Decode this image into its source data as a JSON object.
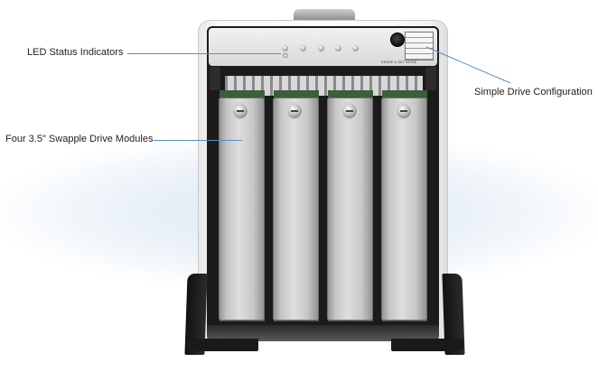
{
  "callouts": {
    "led": "LED Status Indicators",
    "config": "Simple Drive Configuration",
    "drives": "Four 3.5\" Swapple Drive Modules"
  },
  "device": {
    "led_count": 5,
    "drive_modules": 4,
    "config_caption": "ERASE & SET MODE"
  },
  "colors": {
    "leader_line": "#5b8fc2",
    "background_glow": "#dce8f3"
  }
}
